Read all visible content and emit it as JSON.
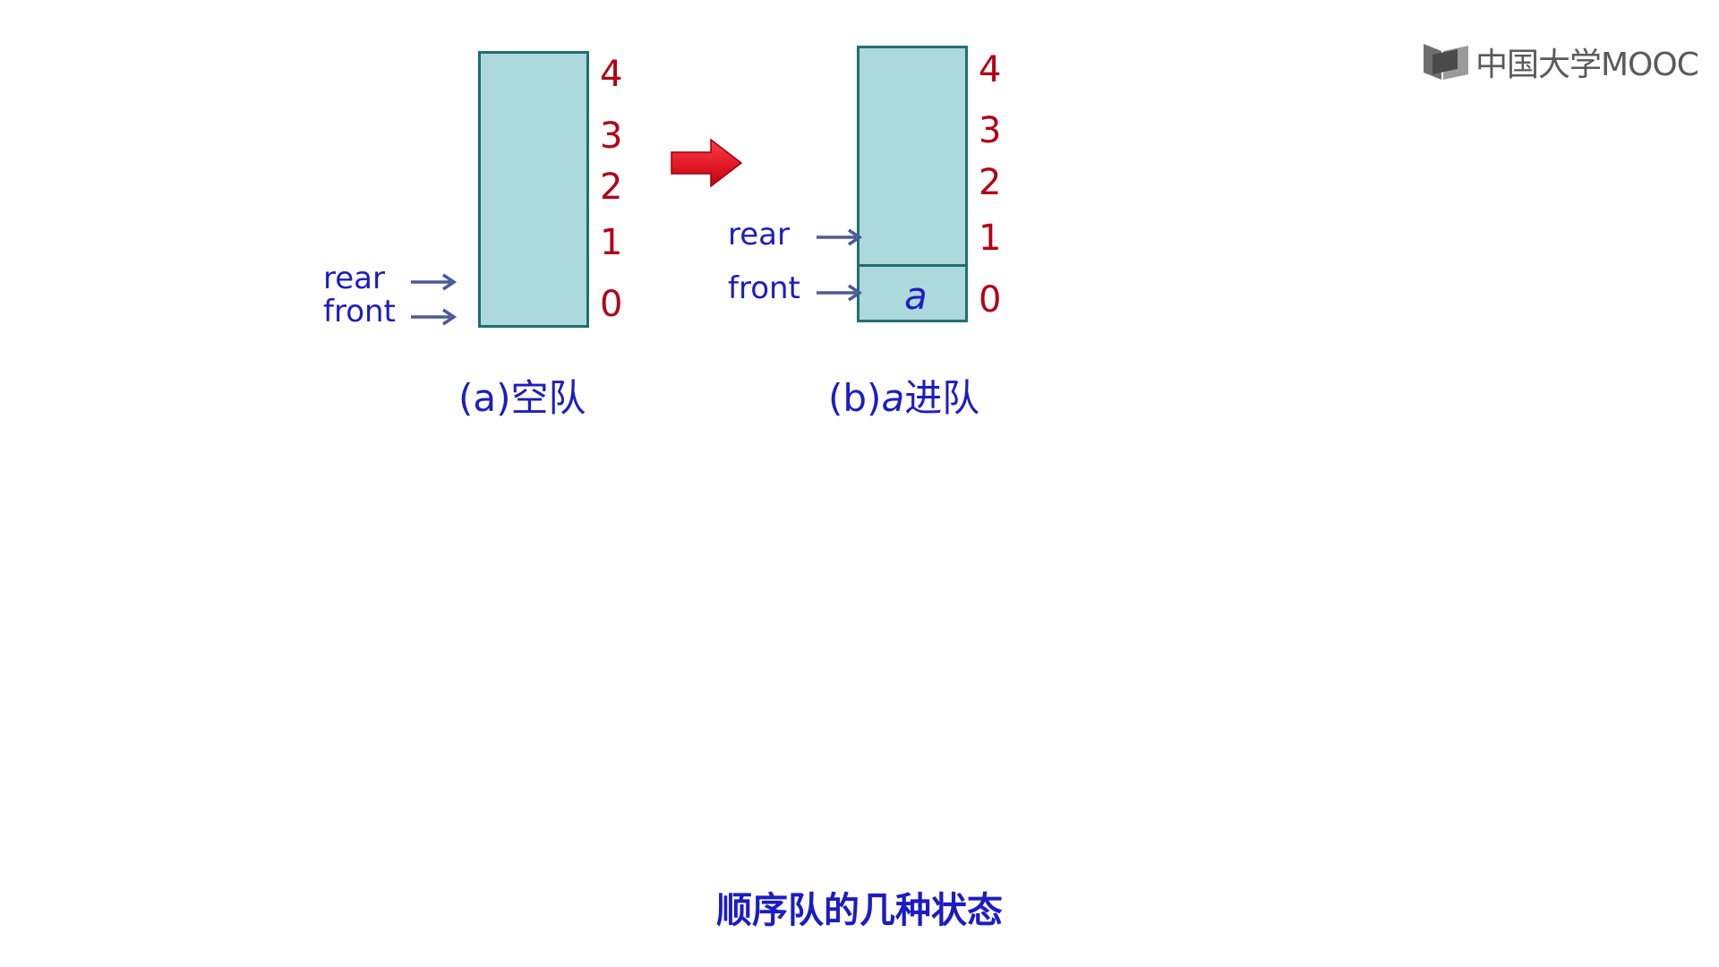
{
  "diagram_a": {
    "indices": [
      "4",
      "3",
      "2",
      "1",
      "0"
    ],
    "rear_label": "rear",
    "front_label": "front",
    "caption_prefix": "(a)",
    "caption_suffix": "空队"
  },
  "diagram_b": {
    "indices": [
      "4",
      "3",
      "2",
      "1",
      "0"
    ],
    "rear_label": "rear",
    "front_label": "front",
    "cell_value": "a",
    "caption_prefix": "(b)",
    "caption_italic": "a",
    "caption_suffix": "进队"
  },
  "transition_arrow": "right-arrow-icon",
  "slide_title": "顺序队的几种状态",
  "logo": {
    "text": "中国大学MOOC",
    "icon": "book-logo-icon"
  },
  "colors": {
    "box_fill": "#add9dc",
    "box_border": "#1f6f72",
    "index_text": "#b30016",
    "label_text": "#1c1cc4",
    "pointer_arrow": "#4a5a9a",
    "transition_arrow": "#e01222"
  }
}
